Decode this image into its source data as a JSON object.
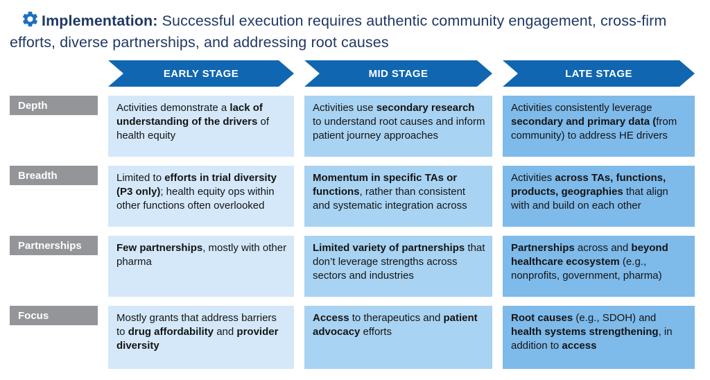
{
  "slide": {
    "title": {
      "icon": "gear-icon",
      "bold": "Implementation:",
      "rest": " Successful execution requires authentic community engagement, cross-firm efforts, diverse partnerships, and addressing root causes"
    },
    "colors": {
      "title_blue": "#1F3864",
      "gear_blue": "#1C70C0",
      "chevron_blue": "#1066B0",
      "label_gray": "#939598",
      "early_bg": "#D4E8F9",
      "mid_bg": "#A8D3F2",
      "late_bg": "#7EBAEA"
    },
    "stages": [
      "EARLY STAGE",
      "MID STAGE",
      "LATE STAGE"
    ],
    "rows": [
      {
        "label": "Depth",
        "cells": [
          {
            "segments": [
              {
                "t": "Activities demonstrate a ",
                "b": false
              },
              {
                "t": "lack of understanding of the drivers",
                "b": true
              },
              {
                "t": " of health equity",
                "b": false
              }
            ]
          },
          {
            "segments": [
              {
                "t": "Activities use ",
                "b": false
              },
              {
                "t": "secondary research",
                "b": true
              },
              {
                "t": " to understand root causes and inform patient journey approaches",
                "b": false
              }
            ]
          },
          {
            "segments": [
              {
                "t": "Activities consistently leverage ",
                "b": false
              },
              {
                "t": "secondary and primary data (",
                "b": true
              },
              {
                "t": "from community) to address HE drivers",
                "b": false
              }
            ]
          }
        ]
      },
      {
        "label": "Breadth",
        "cells": [
          {
            "segments": [
              {
                "t": "Limited to ",
                "b": false
              },
              {
                "t": "efforts in trial diversity (P3 only)",
                "b": true
              },
              {
                "t": "; health equity ops within other functions often overlooked",
                "b": false
              }
            ]
          },
          {
            "segments": [
              {
                "t": "Momentum in specific TAs or functions",
                "b": true
              },
              {
                "t": ", rather than consistent and systematic integration across",
                "b": false
              }
            ]
          },
          {
            "segments": [
              {
                "t": "Activities ",
                "b": false
              },
              {
                "t": "across TAs, functions, products, geographies",
                "b": true
              },
              {
                "t": " that align with and build on each other",
                "b": false
              }
            ]
          }
        ]
      },
      {
        "label": "Partnerships",
        "cells": [
          {
            "segments": [
              {
                "t": "Few partnerships",
                "b": true
              },
              {
                "t": ", mostly with other pharma",
                "b": false
              }
            ]
          },
          {
            "segments": [
              {
                "t": "Limited variety of partnerships",
                "b": true
              },
              {
                "t": " that don’t leverage strengths across sectors and industries",
                "b": false
              }
            ]
          },
          {
            "segments": [
              {
                "t": "Partnerships",
                "b": true
              },
              {
                "t": " across and ",
                "b": false
              },
              {
                "t": "beyond healthcare ecosystem",
                "b": true
              },
              {
                "t": " (e.g., nonprofits, government, pharma)",
                "b": false
              }
            ]
          }
        ]
      },
      {
        "label": "Focus",
        "cells": [
          {
            "segments": [
              {
                "t": "Mostly grants that address barriers to ",
                "b": false
              },
              {
                "t": "drug affordability",
                "b": true
              },
              {
                "t": " and ",
                "b": false
              },
              {
                "t": "provider diversity",
                "b": true
              }
            ]
          },
          {
            "segments": [
              {
                "t": "Access",
                "b": true
              },
              {
                "t": " to therapeutics and ",
                "b": false
              },
              {
                "t": "patient advocacy",
                "b": true
              },
              {
                "t": " efforts",
                "b": false
              }
            ]
          },
          {
            "segments": [
              {
                "t": "Root causes",
                "b": true
              },
              {
                "t": " (e.g., SDOH) and ",
                "b": false
              },
              {
                "t": "health systems strengthening",
                "b": true
              },
              {
                "t": ", in addition to ",
                "b": false
              },
              {
                "t": "access",
                "b": true
              }
            ]
          }
        ]
      }
    ]
  }
}
